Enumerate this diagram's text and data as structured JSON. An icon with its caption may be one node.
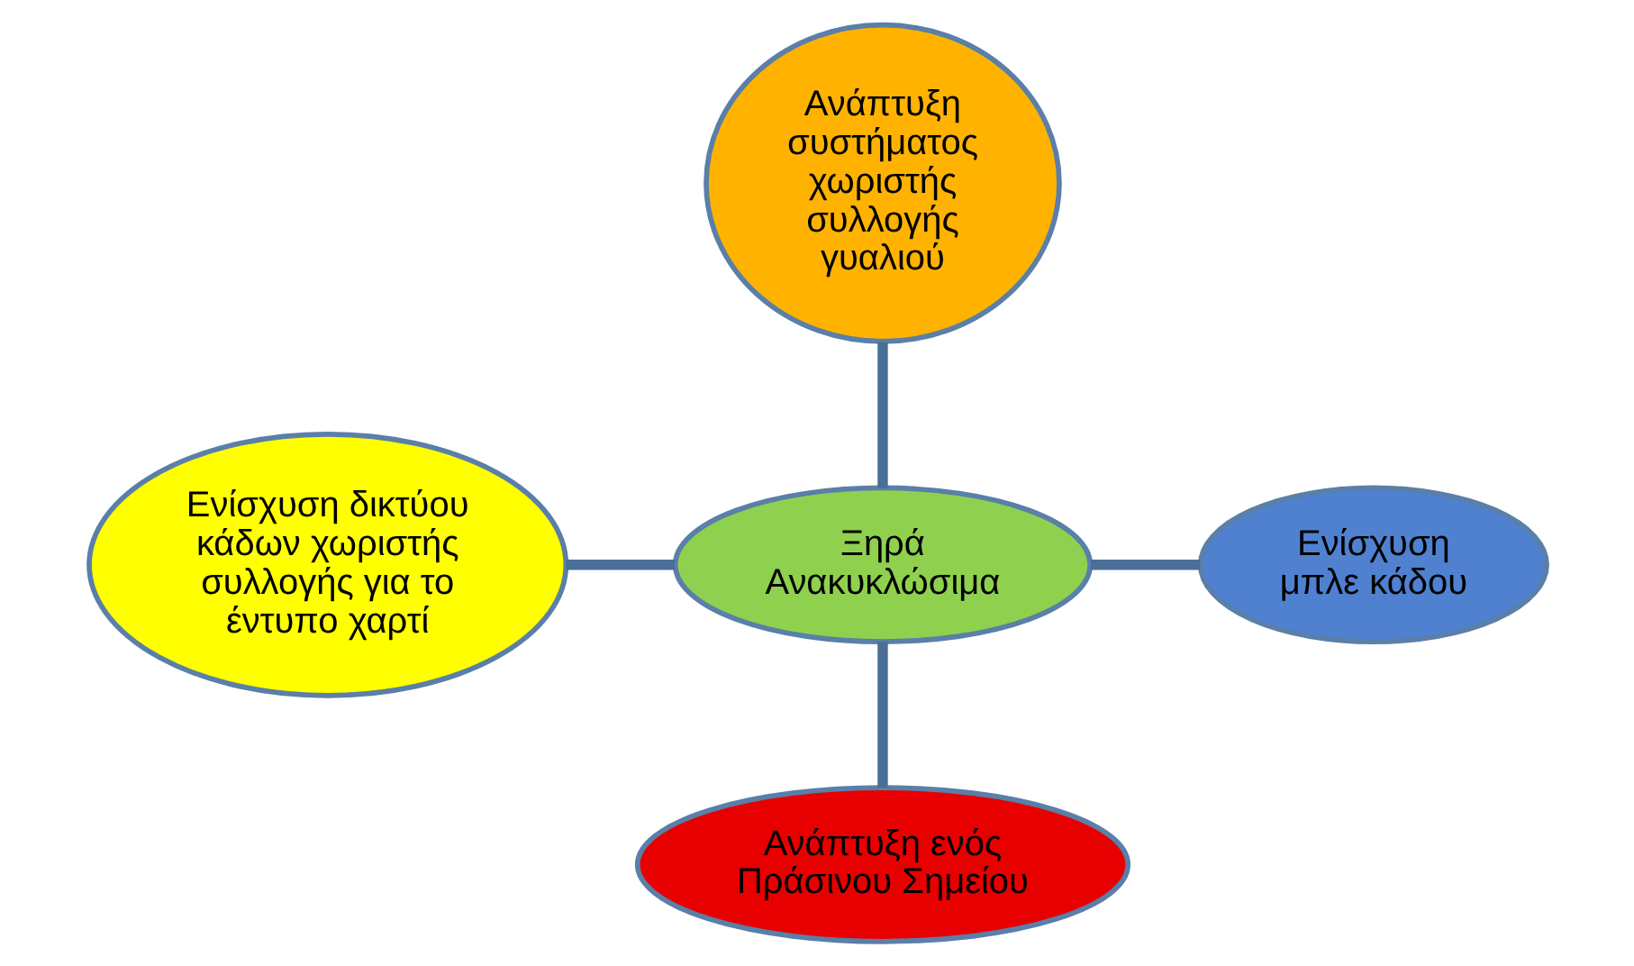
{
  "diagram": {
    "nodes": [
      {
        "text": [
          "Ανάπτυξη συστήματος χωριστής συλλογής γυαλιού"
        ]
      },
      {
        "text": [
          "Ενίσχυση δικτύου κάδων χωριστής συλλογής για το έντυπο χαρτί"
        ]
      },
      {
        "text": [
          "Ξηρά Ανακυκλώσιμα"
        ]
      },
      {
        "text": [
          "Ενίσχυση μπλε κάδου"
        ]
      },
      {
        "text": [
          "Ανάπτυξη ενός Πράσινου Σημείου"
        ]
      }
    ],
    "edges": [
      {
        "from": 0,
        "to": 2,
        "arrow": "none",
        "color": "#4a6f96"
      },
      {
        "from": 1,
        "to": 2,
        "arrow": "none",
        "color": "#4a6f96"
      },
      {
        "from": 2,
        "to": 3,
        "arrow": "none",
        "color": "#4a6f96"
      },
      {
        "from": 2,
        "to": 4,
        "arrow": "none",
        "color": "#4a6f96"
      }
    ]
  }
}
